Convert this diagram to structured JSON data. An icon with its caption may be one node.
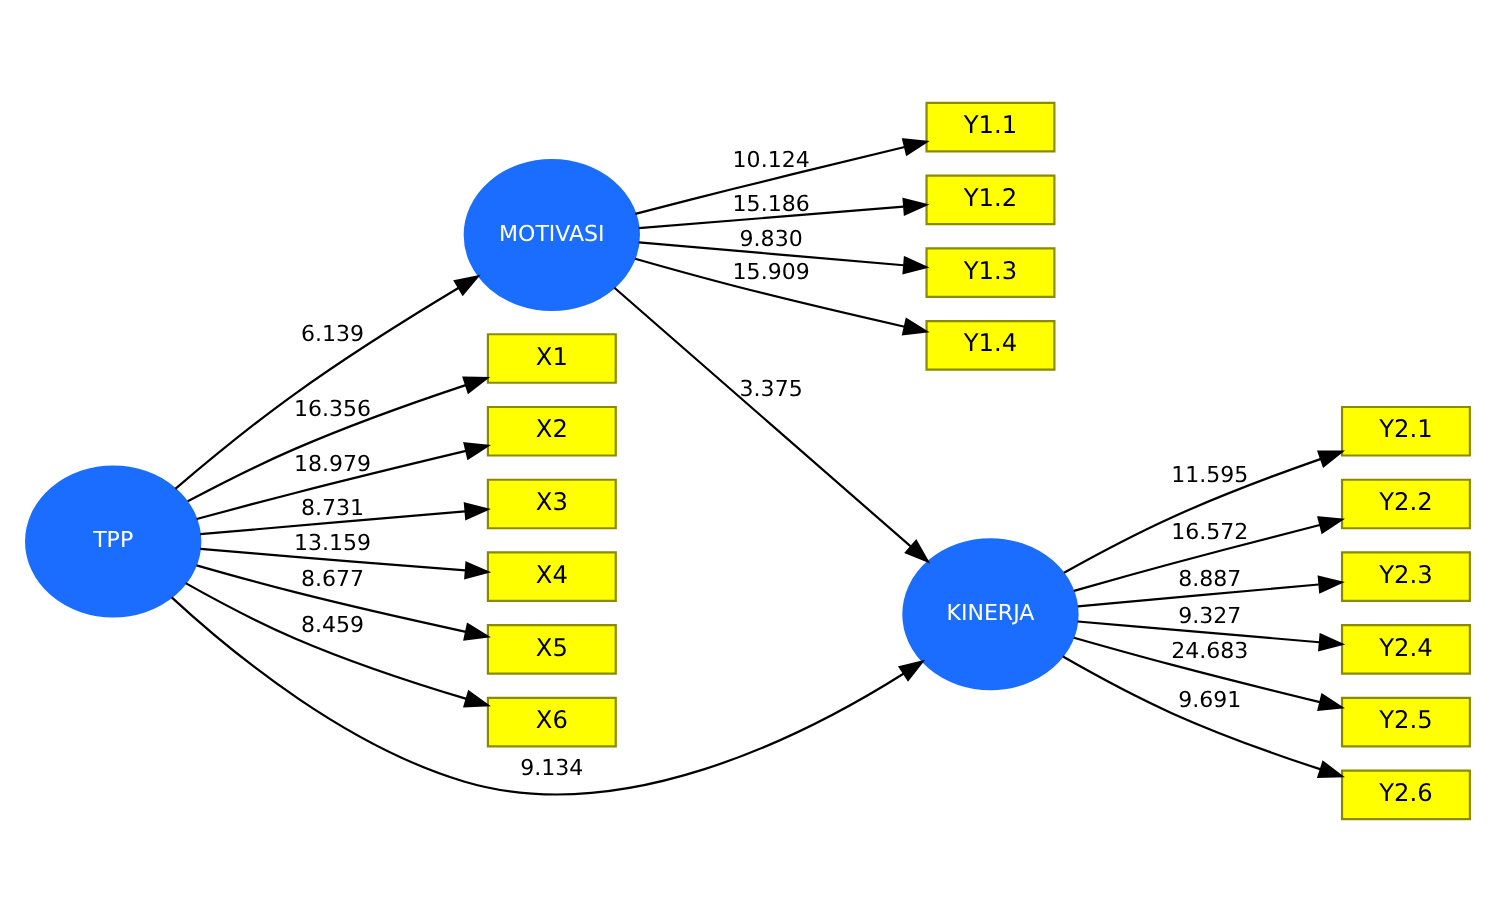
{
  "diagram": {
    "nodes": [
      {
        "text": [
          "Y1.1"
        ]
      },
      {
        "text": [
          "Y1.2"
        ]
      },
      {
        "text": [
          "Y1.3"
        ]
      },
      {
        "text": [
          "Y1.4"
        ]
      },
      {
        "text": [
          "MOTIVASI"
        ]
      },
      {
        "text": [
          "X1"
        ]
      },
      {
        "text": [
          "X2"
        ]
      },
      {
        "text": [
          "X3"
        ]
      },
      {
        "text": [
          "X4"
        ]
      },
      {
        "text": [
          "X5"
        ]
      },
      {
        "text": [
          "X6"
        ]
      },
      {
        "text": [
          "TPP"
        ]
      },
      {
        "text": [
          "KINERJA"
        ]
      },
      {
        "text": [
          "Y2.1"
        ]
      },
      {
        "text": [
          "Y2.2"
        ]
      },
      {
        "text": [
          "Y2.3"
        ]
      },
      {
        "text": [
          "Y2.4"
        ]
      },
      {
        "text": [
          "Y2.5"
        ]
      },
      {
        "text": [
          "Y2.6"
        ]
      }
    ],
    "edges": [
      {
        "from": 4,
        "to": 0,
        "arrow": "to",
        "label": "10.124"
      },
      {
        "from": 4,
        "to": 1,
        "arrow": "to",
        "label": "15.186"
      },
      {
        "from": 4,
        "to": 2,
        "arrow": "to",
        "label": "9.830"
      },
      {
        "from": 4,
        "to": 3,
        "arrow": "to",
        "label": "15.909"
      },
      {
        "from": 11,
        "to": 5,
        "arrow": "to",
        "label": "16.356"
      },
      {
        "from": 11,
        "to": 6,
        "arrow": "to",
        "label": "18.979"
      },
      {
        "from": 11,
        "to": 7,
        "arrow": "to",
        "label": "8.731"
      },
      {
        "from": 11,
        "to": 8,
        "arrow": "to",
        "label": "13.159"
      },
      {
        "from": 11,
        "to": 9,
        "arrow": "to",
        "label": "8.677"
      },
      {
        "from": 11,
        "to": 10,
        "arrow": "to",
        "label": "8.459"
      },
      {
        "from": 11,
        "to": 4,
        "arrow": "to",
        "label": "6.139"
      },
      {
        "from": 4,
        "to": 12,
        "arrow": "to",
        "label": "3.375"
      },
      {
        "from": 11,
        "to": 12,
        "arrow": "to",
        "label": "9.134"
      },
      {
        "from": 12,
        "to": 13,
        "arrow": "to",
        "label": "11.595"
      },
      {
        "from": 12,
        "to": 14,
        "arrow": "to",
        "label": "16.572"
      },
      {
        "from": 12,
        "to": 15,
        "arrow": "to",
        "label": "8.887"
      },
      {
        "from": 12,
        "to": 16,
        "arrow": "to",
        "label": "9.327"
      },
      {
        "from": 12,
        "to": 17,
        "arrow": "to",
        "label": "24.683"
      },
      {
        "from": 12,
        "to": 18,
        "arrow": "to",
        "label": "9.691"
      }
    ]
  }
}
